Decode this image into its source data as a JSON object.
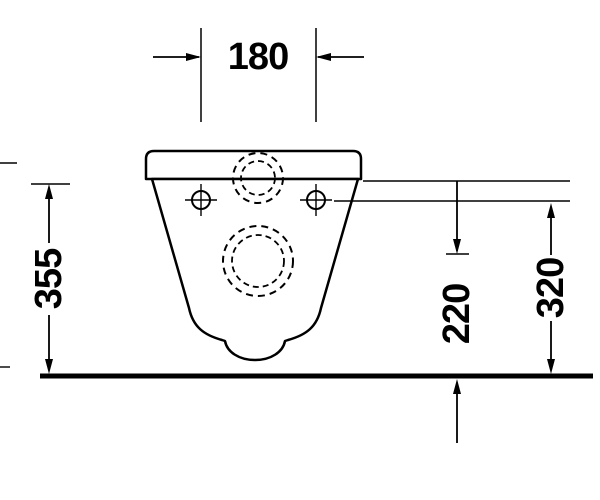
{
  "drawing": {
    "subject": "wall-hung-toilet-technical-drawing-front-view",
    "background": "#ffffff",
    "line_color": "#000000",
    "dimensions": {
      "top_width": "180",
      "left_height": "355",
      "center_height": "220",
      "right_height": "320"
    }
  }
}
